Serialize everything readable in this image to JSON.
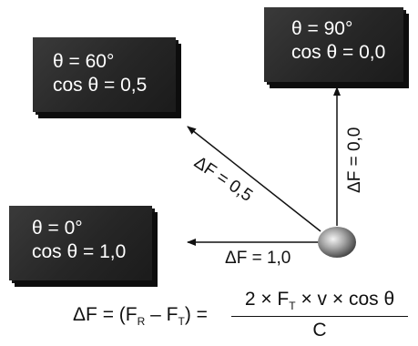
{
  "boxes": {
    "deg60": {
      "line1": "θ = 60°",
      "line2": "cos θ = 0,5"
    },
    "deg90": {
      "line1": "θ = 90°",
      "line2": "cos θ = 0,0"
    },
    "deg0": {
      "line1": "θ = 0°",
      "line2": "cos θ = 1,0"
    }
  },
  "arrow_labels": {
    "f05": "ΔF = 0,5",
    "f00": "ΔF = 0,0",
    "f10": "ΔF = 1,0"
  },
  "formula": {
    "lhs_prefix": "ΔF = (F",
    "sub_r": "R",
    "minus": " – F",
    "sub_t": "T",
    "close_eq": ") =",
    "num_prefix": "2 × F",
    "num_sub": "T",
    "num_suffix": " × v × cos θ",
    "denominator": "C"
  },
  "colors": {
    "box_bg": "#2a2a2a",
    "arrow": "#111111",
    "ball": "#9a9a9a"
  }
}
